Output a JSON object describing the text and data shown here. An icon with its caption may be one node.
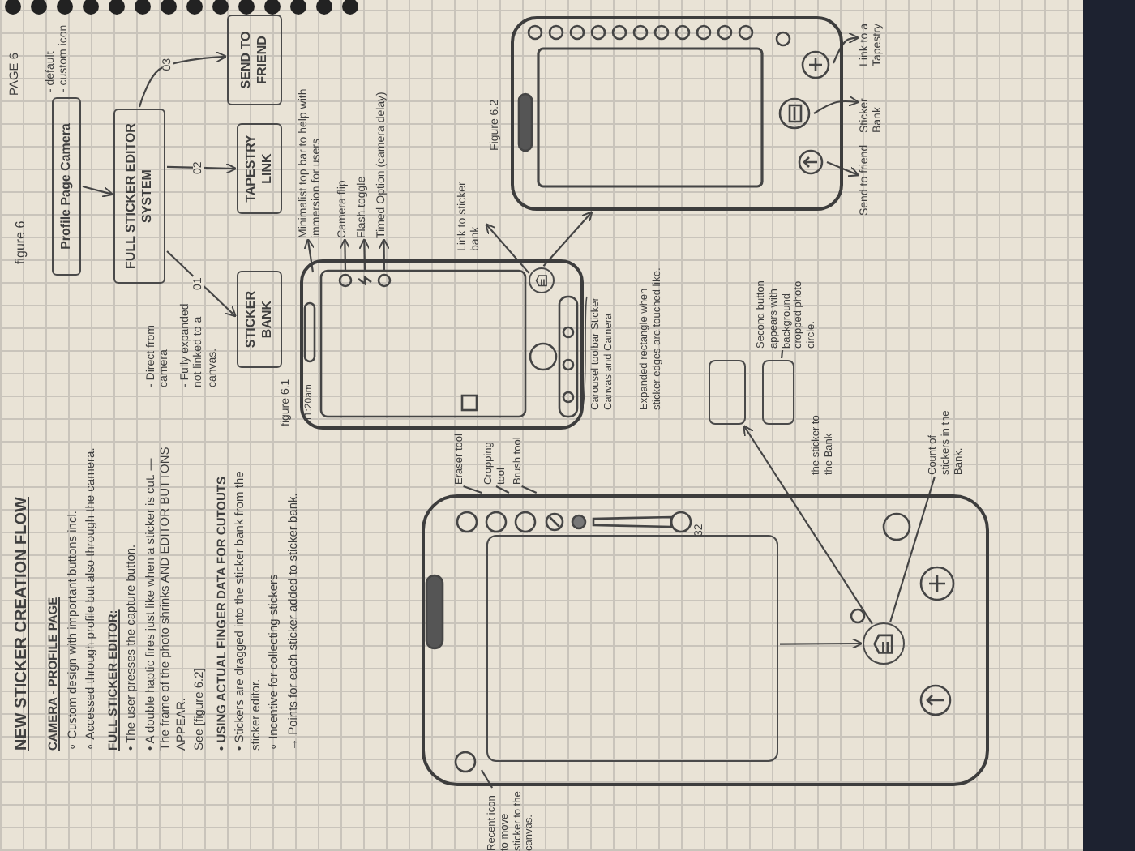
{
  "diagram": {
    "title": "NEW STICKER CREATION FLOW",
    "nodes": [
      {
        "text": [
          "Profile Page Camera"
        ],
        "beside": [
          "- default",
          "- custom icon"
        ]
      },
      {
        "text": [
          "FULL STICKER EDITOR SYSTEM"
        ]
      },
      {
        "text": [
          "STICKER BANK"
        ]
      },
      {
        "text": [
          "TAPESTRY LINK"
        ]
      },
      {
        "text": [
          "SEND TO FRIEND"
        ]
      },
      {
        "text": [],
        "shape": "box",
        "beside": [
          "figure 6.1"
        ]
      },
      {
        "text": [],
        "shape": "circle",
        "in": 5
      },
      {
        "text": [
          "Minimalist top bar to help with immersion for users"
        ]
      },
      {
        "text": [
          "Camera flip"
        ]
      },
      {
        "text": [
          "Flash toggle"
        ]
      },
      {
        "text": [
          "Timed Option (camera delay)"
        ]
      },
      {
        "text": [
          "Link to sticker bank"
        ]
      },
      {
        "text": [],
        "shape": "box",
        "beside": [
          "Figure 6.2"
        ]
      },
      {
        "text": [
          "Send to friend"
        ]
      },
      {
        "text": [
          "Sticker Bank"
        ]
      },
      {
        "text": [
          "Link to a Tapestry"
        ]
      },
      {
        "text": [],
        "shape": "box"
      },
      {
        "text": [],
        "shape": "circle",
        "in": 16
      },
      {
        "text": [
          "Eraser tool"
        ]
      },
      {
        "text": [
          "Cropping tool"
        ]
      },
      {
        "text": [
          "Brush tool"
        ]
      },
      {
        "text": [
          "Recent icon to move sticker to the canvas."
        ]
      },
      {
        "text": [],
        "shape": "box"
      },
      {
        "text": [],
        "shape": "box"
      },
      {
        "text": [
          "Second button appears with background cropped photo circle."
        ]
      },
      {
        "text": [
          "Count of stickers in the Bank."
        ]
      },
      {
        "text": [],
        "shape": "box",
        "in": 16
      }
    ],
    "edges": [
      {
        "from": 0,
        "to": 1,
        "arrow": "to"
      },
      {
        "from": 1,
        "to": 2,
        "arrow": "to",
        "label": "01"
      },
      {
        "from": 1,
        "to": 3,
        "arrow": "to",
        "label": "02"
      },
      {
        "from": 1,
        "to": 4,
        "arrow": "to",
        "label": "03"
      },
      {
        "from": 5,
        "to": 7,
        "arrow": "to"
      },
      {
        "from": 5,
        "to": 8,
        "arrow": "to"
      },
      {
        "from": 5,
        "to": 9,
        "arrow": "to"
      },
      {
        "from": 5,
        "to": 10,
        "arrow": "to"
      },
      {
        "from": 6,
        "to": 11,
        "arrow": "to"
      },
      {
        "from": 6,
        "to": 12,
        "arrow": "to"
      },
      {
        "from": 12,
        "to": 13,
        "arrow": "to"
      },
      {
        "from": 12,
        "to": 14,
        "arrow": "to"
      },
      {
        "from": 12,
        "to": 15,
        "arrow": "to"
      },
      {
        "from": 18,
        "to": 16,
        "arrow": "none"
      },
      {
        "from": 19,
        "to": 16,
        "arrow": "none"
      },
      {
        "from": 20,
        "to": 16,
        "arrow": "none"
      },
      {
        "from": 21,
        "to": 16,
        "arrow": "none"
      },
      {
        "from": 26,
        "to": 17,
        "arrow": "to"
      },
      {
        "from": 17,
        "to": 22,
        "arrow": "to"
      },
      {
        "from": 24,
        "to": 23,
        "arrow": "none"
      },
      {
        "from": 25,
        "to": 17,
        "arrow": "none"
      }
    ],
    "labels": [
      "PAGE 6",
      "figure 6",
      "CAMERA - PROFILE PAGE",
      "∘ Custom design with important buttons incl.",
      "∘ Accessed through profile but also through the camera.",
      "FULL STICKER EDITOR:",
      "• The user presses the capture button.",
      "• A double haptic fires just like when a sticker is cut. — The frame of the photo shrinks AND EDITOR BUTTONS APPEAR.",
      "See [figure 6.2]",
      "• USING ACTUAL FINGER DATA FOR CUTOUTS",
      "• Stickers are dragged into the sticker bank from the sticker editor.",
      "∘ Incentive for collecting stickers",
      "→ Points for each sticker added to sticker bank.",
      "- Direct from camera",
      "- Fully expanded not linked to a canvas.",
      "11:20am",
      "Carousel toolbar Sticker Canvas and Camera",
      "32",
      "Expanded rectangle when sticker edges are touched like.",
      "the sticker to the Bank"
    ]
  }
}
